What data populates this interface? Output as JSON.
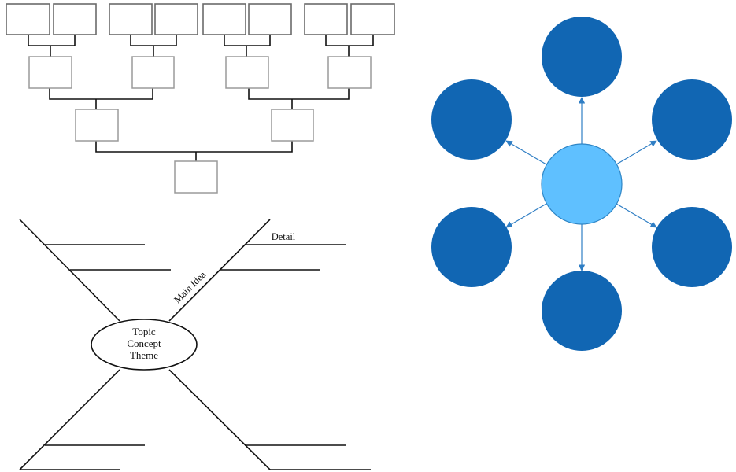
{
  "spider_map": {
    "center_lines": [
      "Topic",
      "Concept",
      "Theme"
    ],
    "leg_label": "Main Idea",
    "detail_label": "Detail"
  },
  "colors": {
    "outer_circle": "#1166b3",
    "center_circle": "#5fc0ff",
    "center_stroke": "#2f86c6",
    "arrow": "#2f7ec4",
    "line": "#111111",
    "box_stroke": "#9a9a9a"
  }
}
